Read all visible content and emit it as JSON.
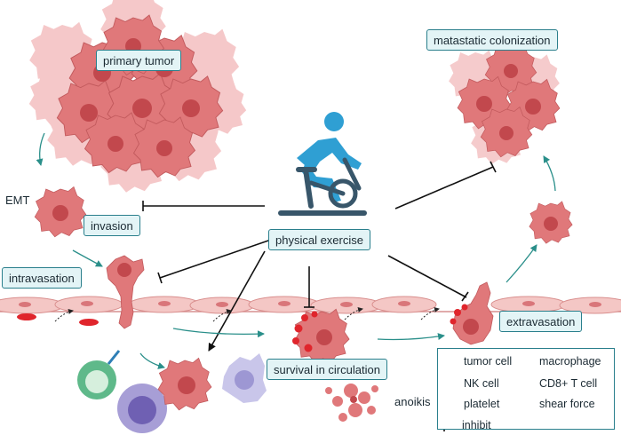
{
  "labels": {
    "primary_tumor": "primary tumor",
    "metastatic_colonization": "matastatic colonization",
    "emt": "EMT",
    "invasion": "invasion",
    "intravasation": "intravasation",
    "physical_exercise": "physical exercise",
    "survival_in_circulation": "survival in circulation",
    "extravasation": "extravasation",
    "anoikis": "anoikis"
  },
  "legend": {
    "tumor_cell": "tumor cell",
    "macrophage": "macrophage",
    "nk_cell": "NK cell",
    "cd8_t_cell": "CD8+ T cell",
    "platelet": "platelet",
    "shear_force": "shear force",
    "inhibit": "inhibit"
  },
  "colors": {
    "tumor": "#e0787a",
    "tumor_dark": "#b34a4e",
    "nucleus": "#c2484d",
    "endothelium": "#f4c7c5",
    "frame": "#2a7f8c",
    "label_bg": "#e3f4f6",
    "exercise_figure": "#2f9fd3",
    "bike": "#38566a",
    "platelet": "#e0252c",
    "nk": "#a79ed6",
    "macrophage": "#c9c6ea",
    "tcell": "#5fb98a",
    "arrow_teal": "#2a8f8a"
  },
  "icons": {
    "exercise": "stationary-bike-cyclist-icon",
    "inhibit_symbol": "t-bar-inhibit-icon",
    "shear_force": "dashed-curved-arrow-icon"
  }
}
